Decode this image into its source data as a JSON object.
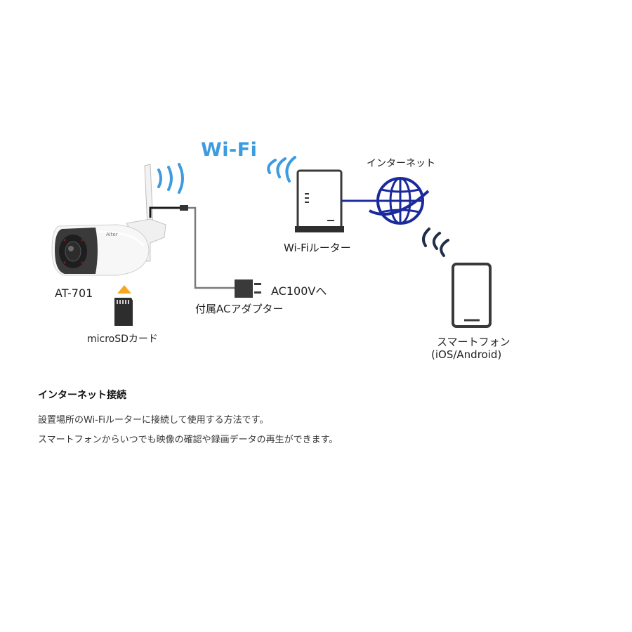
{
  "diagram": {
    "wifi_title": "Wi-Fi",
    "camera": {
      "brand": "Alter",
      "model": "AT-701"
    },
    "microsd": {
      "label": "microSDカード"
    },
    "adapter": {
      "label": "付属ACアダプター",
      "power": "AC100Vへ"
    },
    "router": {
      "label": "Wi-Fiルーター"
    },
    "internet": {
      "label": "インターネット"
    },
    "smartphone": {
      "label_line1": "スマートフォン",
      "label_line2": "(iOS/Android)"
    },
    "colors": {
      "wifi_waves": "#3d9be0",
      "globe": "#1a2a9c",
      "cable": "#1f2b9e",
      "arrow": "#f5a623"
    }
  },
  "section": {
    "heading": "インターネット接続",
    "line1": "設置場所のWi-Fiルーターに接続して使用する方法です。",
    "line2": "スマートフォンからいつでも映像の確認や録画データの再生ができます。"
  }
}
